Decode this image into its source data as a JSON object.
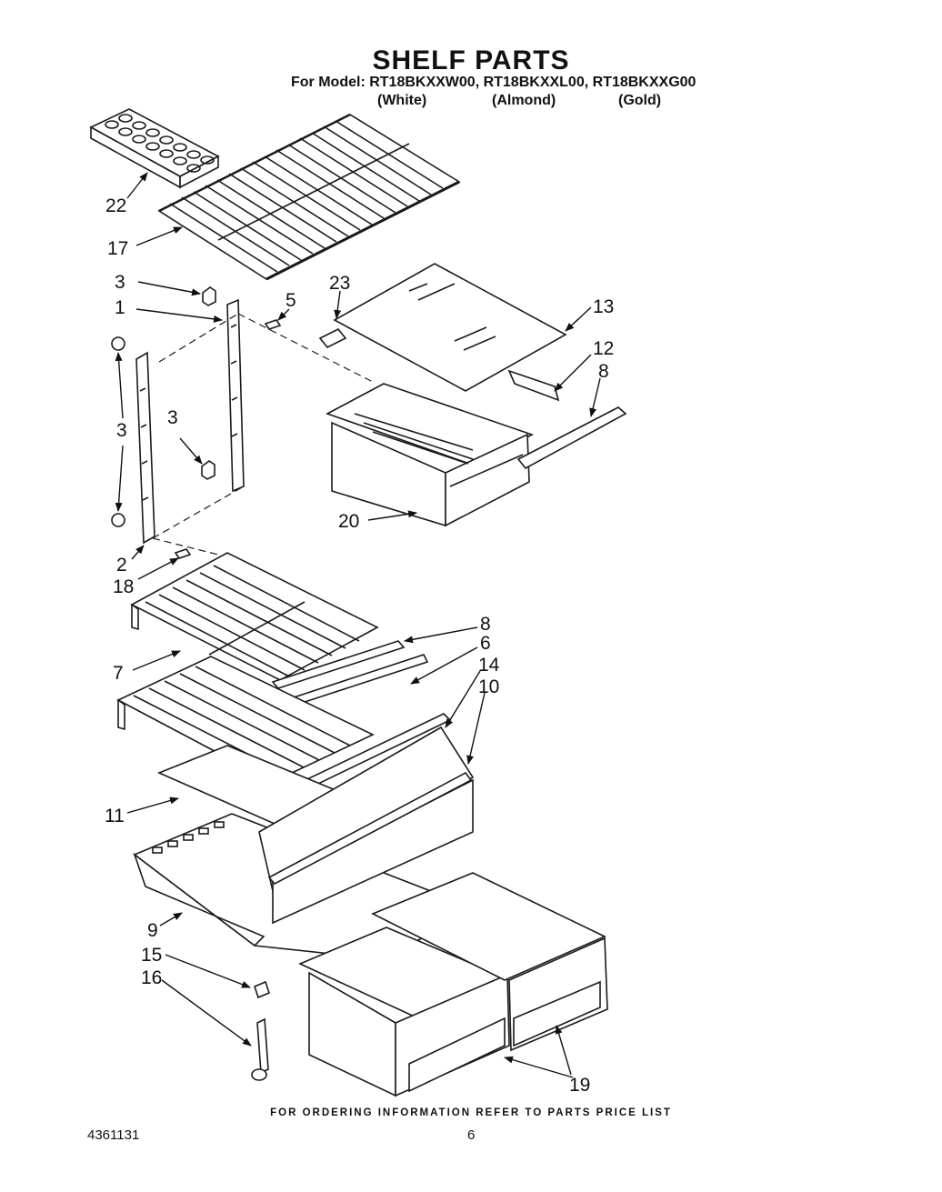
{
  "title": "SHELF PARTS",
  "model_line": "For Model: RT18BKXXW00, RT18BKXXL00, RT18BKXXG00",
  "colors": [
    "(White)",
    "(Almond)",
    "(Gold)"
  ],
  "callouts": {
    "c22": "22",
    "c17": "17",
    "c3a": "3",
    "c1": "1",
    "c5": "5",
    "c23": "23",
    "c13": "13",
    "c12": "12",
    "c8a": "8",
    "c3b": "3",
    "c3c": "3",
    "c20": "20",
    "c2": "2",
    "c18": "18",
    "c8b": "8",
    "c6": "6",
    "c14": "14",
    "c10": "10",
    "c7": "7",
    "c11": "11",
    "c9": "9",
    "c15": "15",
    "c16": "16",
    "c19": "19"
  },
  "footer": "FOR ORDERING INFORMATION REFER TO PARTS PRICE LIST",
  "doc_number": "4361131",
  "page_number": "6"
}
